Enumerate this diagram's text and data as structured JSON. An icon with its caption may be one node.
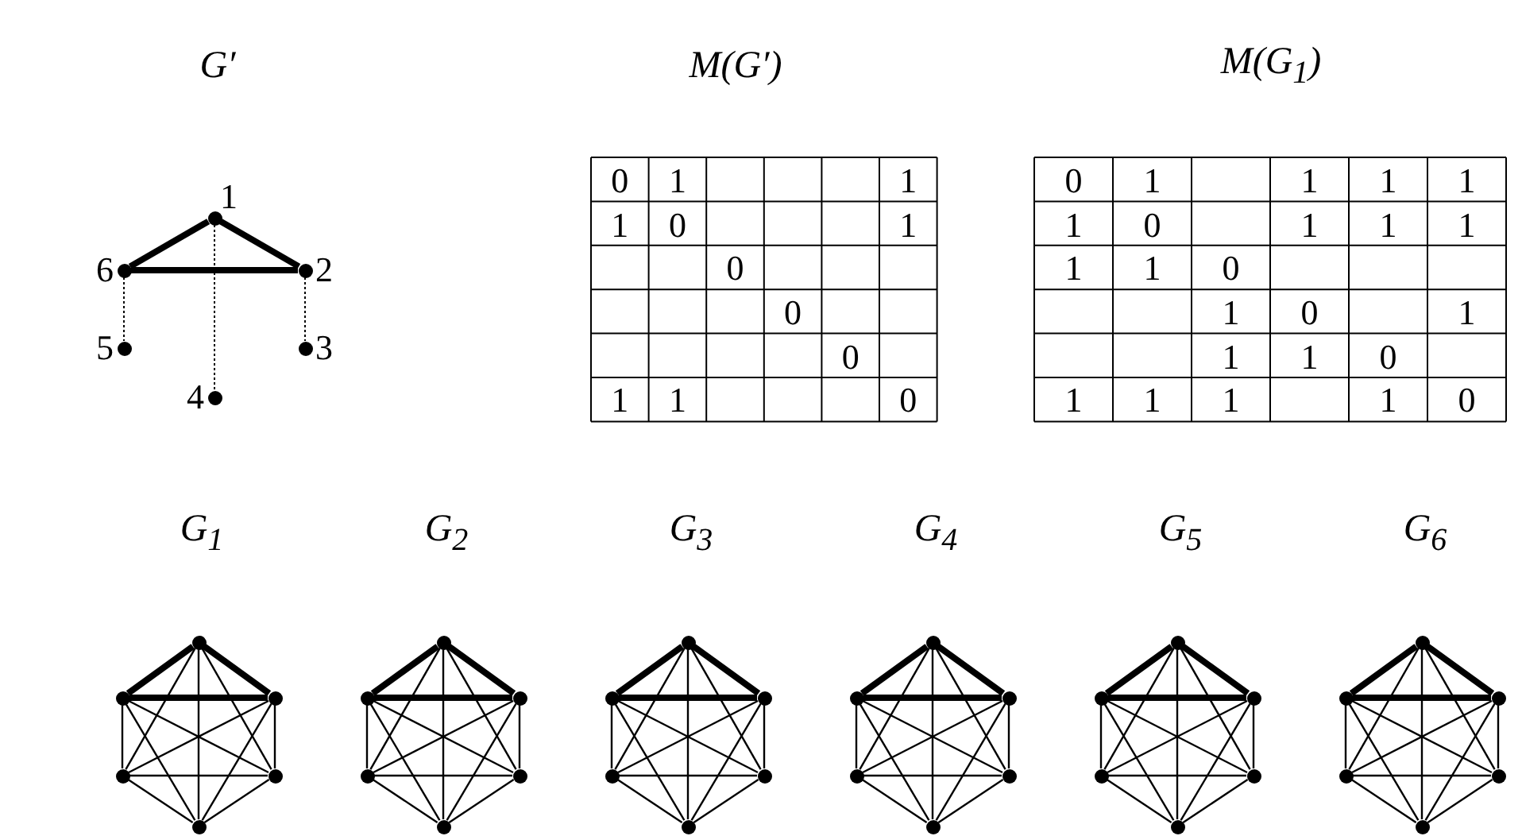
{
  "diagram": {
    "nodes": [
      {
        "text": [
          "1"
        ]
      },
      {
        "text": [
          "2"
        ]
      },
      {
        "text": [
          "3"
        ]
      },
      {
        "text": [
          "4"
        ]
      },
      {
        "text": [
          "5"
        ]
      },
      {
        "text": [
          "6"
        ]
      },
      {
        "text": [],
        "shape": "circle"
      },
      {
        "text": [],
        "shape": "circle"
      },
      {
        "text": [],
        "shape": "circle"
      },
      {
        "text": [],
        "shape": "circle"
      },
      {
        "text": [],
        "shape": "circle"
      },
      {
        "text": [],
        "shape": "circle"
      },
      {
        "text": [],
        "shape": "circle"
      },
      {
        "text": [],
        "shape": "circle"
      },
      {
        "text": [],
        "shape": "circle"
      },
      {
        "text": [],
        "shape": "circle"
      },
      {
        "text": [],
        "shape": "circle"
      },
      {
        "text": [],
        "shape": "circle"
      },
      {
        "text": [],
        "shape": "circle"
      },
      {
        "text": [],
        "shape": "circle"
      },
      {
        "text": [],
        "shape": "circle"
      },
      {
        "text": [],
        "shape": "circle"
      },
      {
        "text": [],
        "shape": "circle"
      },
      {
        "text": [],
        "shape": "circle"
      },
      {
        "text": [],
        "shape": "circle"
      },
      {
        "text": [],
        "shape": "circle"
      },
      {
        "text": [],
        "shape": "circle"
      },
      {
        "text": [],
        "shape": "circle"
      },
      {
        "text": [],
        "shape": "circle"
      },
      {
        "text": [],
        "shape": "circle"
      },
      {
        "text": [],
        "shape": "circle"
      },
      {
        "text": [],
        "shape": "circle"
      },
      {
        "text": [],
        "shape": "circle"
      },
      {
        "text": [],
        "shape": "circle"
      },
      {
        "text": [],
        "shape": "circle"
      },
      {
        "text": [],
        "shape": "circle"
      },
      {
        "text": [],
        "shape": "circle"
      },
      {
        "text": [],
        "shape": "circle"
      },
      {
        "text": [],
        "shape": "circle"
      },
      {
        "text": [],
        "shape": "circle"
      },
      {
        "text": [],
        "shape": "circle"
      },
      {
        "text": [],
        "shape": "circle"
      }
    ],
    "edges": [
      {
        "from": 0,
        "to": 1,
        "arrow": "none",
        "style": "thick"
      },
      {
        "from": 1,
        "to": 5,
        "arrow": "none",
        "style": "thick"
      },
      {
        "from": 5,
        "to": 0,
        "arrow": "none",
        "style": "thick"
      },
      {
        "from": 0,
        "to": 3,
        "arrow": "none",
        "style": "dashed"
      },
      {
        "from": 1,
        "to": 2,
        "arrow": "none",
        "style": "dashed"
      },
      {
        "from": 5,
        "to": 4,
        "arrow": "none",
        "style": "dashed"
      },
      {
        "from": 6,
        "to": 7,
        "arrow": "none",
        "style": "thick"
      },
      {
        "from": 6,
        "to": 8,
        "arrow": "none",
        "style": "thick"
      },
      {
        "from": 7,
        "to": 8,
        "arrow": "none",
        "style": "thick"
      },
      {
        "from": 6,
        "to": 9,
        "arrow": "none"
      },
      {
        "from": 6,
        "to": 10,
        "arrow": "none"
      },
      {
        "from": 6,
        "to": 11,
        "arrow": "none"
      },
      {
        "from": 7,
        "to": 9,
        "arrow": "none"
      },
      {
        "from": 7,
        "to": 10,
        "arrow": "none"
      },
      {
        "from": 7,
        "to": 11,
        "arrow": "none"
      },
      {
        "from": 8,
        "to": 9,
        "arrow": "none"
      },
      {
        "from": 8,
        "to": 10,
        "arrow": "none"
      },
      {
        "from": 8,
        "to": 11,
        "arrow": "none"
      },
      {
        "from": 9,
        "to": 10,
        "arrow": "none"
      },
      {
        "from": 9,
        "to": 11,
        "arrow": "none"
      },
      {
        "from": 10,
        "to": 11,
        "arrow": "none"
      },
      {
        "from": 12,
        "to": 13,
        "arrow": "none",
        "style": "thick"
      },
      {
        "from": 12,
        "to": 14,
        "arrow": "none",
        "style": "thick"
      },
      {
        "from": 13,
        "to": 14,
        "arrow": "none",
        "style": "thick"
      },
      {
        "from": 12,
        "to": 15,
        "arrow": "none"
      },
      {
        "from": 12,
        "to": 16,
        "arrow": "none"
      },
      {
        "from": 12,
        "to": 17,
        "arrow": "none"
      },
      {
        "from": 13,
        "to": 15,
        "arrow": "none"
      },
      {
        "from": 13,
        "to": 16,
        "arrow": "none"
      },
      {
        "from": 13,
        "to": 17,
        "arrow": "none"
      },
      {
        "from": 14,
        "to": 15,
        "arrow": "none"
      },
      {
        "from": 14,
        "to": 16,
        "arrow": "none"
      },
      {
        "from": 14,
        "to": 17,
        "arrow": "none"
      },
      {
        "from": 15,
        "to": 16,
        "arrow": "none"
      },
      {
        "from": 15,
        "to": 17,
        "arrow": "none"
      },
      {
        "from": 16,
        "to": 17,
        "arrow": "none"
      },
      {
        "from": 18,
        "to": 19,
        "arrow": "none",
        "style": "thick"
      },
      {
        "from": 18,
        "to": 20,
        "arrow": "none",
        "style": "thick"
      },
      {
        "from": 19,
        "to": 20,
        "arrow": "none",
        "style": "thick"
      },
      {
        "from": 18,
        "to": 21,
        "arrow": "none"
      },
      {
        "from": 18,
        "to": 22,
        "arrow": "none"
      },
      {
        "from": 18,
        "to": 23,
        "arrow": "none"
      },
      {
        "from": 19,
        "to": 21,
        "arrow": "none"
      },
      {
        "from": 19,
        "to": 22,
        "arrow": "none"
      },
      {
        "from": 19,
        "to": 23,
        "arrow": "none"
      },
      {
        "from": 20,
        "to": 21,
        "arrow": "none"
      },
      {
        "from": 20,
        "to": 22,
        "arrow": "none"
      },
      {
        "from": 20,
        "to": 23,
        "arrow": "none"
      },
      {
        "from": 21,
        "to": 22,
        "arrow": "none"
      },
      {
        "from": 21,
        "to": 23,
        "arrow": "none"
      },
      {
        "from": 22,
        "to": 23,
        "arrow": "none"
      },
      {
        "from": 24,
        "to": 25,
        "arrow": "none",
        "style": "thick"
      },
      {
        "from": 24,
        "to": 26,
        "arrow": "none",
        "style": "thick"
      },
      {
        "from": 25,
        "to": 26,
        "arrow": "none",
        "style": "thick"
      },
      {
        "from": 24,
        "to": 27,
        "arrow": "none"
      },
      {
        "from": 24,
        "to": 28,
        "arrow": "none"
      },
      {
        "from": 24,
        "to": 29,
        "arrow": "none"
      },
      {
        "from": 25,
        "to": 27,
        "arrow": "none"
      },
      {
        "from": 25,
        "to": 28,
        "arrow": "none"
      },
      {
        "from": 25,
        "to": 29,
        "arrow": "none"
      },
      {
        "from": 26,
        "to": 27,
        "arrow": "none"
      },
      {
        "from": 26,
        "to": 28,
        "arrow": "none"
      },
      {
        "from": 26,
        "to": 29,
        "arrow": "none"
      },
      {
        "from": 27,
        "to": 28,
        "arrow": "none"
      },
      {
        "from": 27,
        "to": 29,
        "arrow": "none"
      },
      {
        "from": 28,
        "to": 29,
        "arrow": "none"
      },
      {
        "from": 30,
        "to": 31,
        "arrow": "none",
        "style": "thick"
      },
      {
        "from": 30,
        "to": 32,
        "arrow": "none",
        "style": "thick"
      },
      {
        "from": 31,
        "to": 32,
        "arrow": "none",
        "style": "thick"
      },
      {
        "from": 30,
        "to": 33,
        "arrow": "none"
      },
      {
        "from": 30,
        "to": 34,
        "arrow": "none"
      },
      {
        "from": 30,
        "to": 35,
        "arrow": "none"
      },
      {
        "from": 31,
        "to": 33,
        "arrow": "none"
      },
      {
        "from": 31,
        "to": 34,
        "arrow": "none"
      },
      {
        "from": 31,
        "to": 35,
        "arrow": "none"
      },
      {
        "from": 32,
        "to": 33,
        "arrow": "none"
      },
      {
        "from": 32,
        "to": 34,
        "arrow": "none"
      },
      {
        "from": 32,
        "to": 35,
        "arrow": "none"
      },
      {
        "from": 33,
        "to": 34,
        "arrow": "none"
      },
      {
        "from": 33,
        "to": 35,
        "arrow": "none"
      },
      {
        "from": 34,
        "to": 35,
        "arrow": "none"
      },
      {
        "from": 36,
        "to": 37,
        "arrow": "none",
        "style": "thick"
      },
      {
        "from": 36,
        "to": 38,
        "arrow": "none",
        "style": "thick"
      },
      {
        "from": 37,
        "to": 38,
        "arrow": "none",
        "style": "thick"
      },
      {
        "from": 36,
        "to": 39,
        "arrow": "none"
      },
      {
        "from": 36,
        "to": 40,
        "arrow": "none"
      },
      {
        "from": 36,
        "to": 41,
        "arrow": "none"
      },
      {
        "from": 37,
        "to": 39,
        "arrow": "none"
      },
      {
        "from": 37,
        "to": 40,
        "arrow": "none"
      },
      {
        "from": 37,
        "to": 41,
        "arrow": "none"
      },
      {
        "from": 38,
        "to": 39,
        "arrow": "none"
      },
      {
        "from": 38,
        "to": 40,
        "arrow": "none"
      },
      {
        "from": 38,
        "to": 41,
        "arrow": "none"
      },
      {
        "from": 39,
        "to": 40,
        "arrow": "none"
      },
      {
        "from": 39,
        "to": 41,
        "arrow": "none"
      },
      {
        "from": 40,
        "to": 41,
        "arrow": "none"
      }
    ],
    "labels": [
      "G′",
      "M(G′)",
      "M(G$_{1}$)",
      "0",
      "1",
      "1",
      "1",
      "0",
      "1",
      "0",
      "0",
      "0",
      "1",
      "1",
      "0",
      "0",
      "1",
      "1",
      "1",
      "1",
      "1",
      "0",
      "1",
      "1",
      "1",
      "1",
      "1",
      "0",
      "1",
      "0",
      "1",
      "1",
      "1",
      "0",
      "1",
      "1",
      "1",
      "1",
      "0",
      "G$_{1}$",
      "G$_{2}$",
      "G$_{3}$",
      "G$_{4}$",
      "G$_{5}$",
      "G$_{6}$"
    ]
  }
}
